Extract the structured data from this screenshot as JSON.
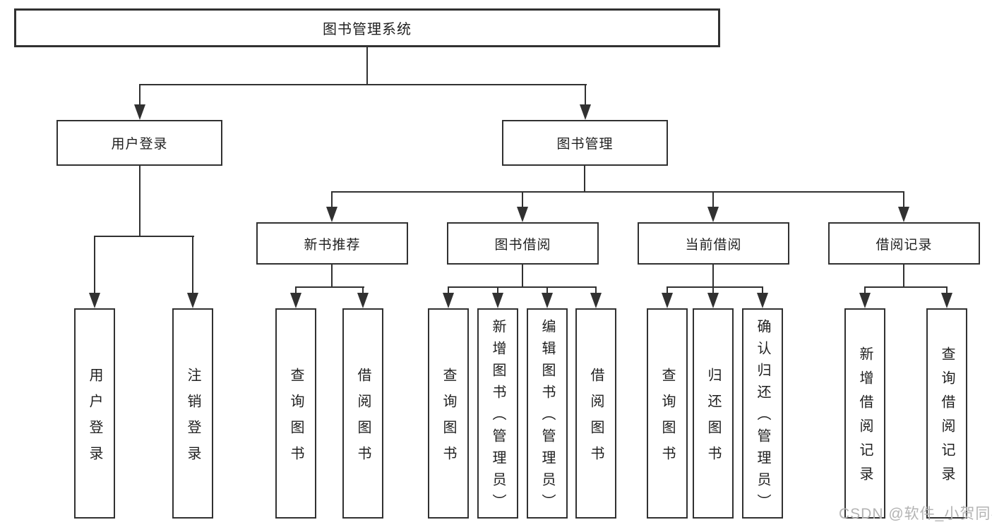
{
  "diagram": {
    "root": {
      "label": "图书管理系统"
    },
    "level2": [
      {
        "label": "用户登录"
      },
      {
        "label": "图书管理"
      }
    ],
    "level3": [
      {
        "label": "新书推荐"
      },
      {
        "label": "图书借阅"
      },
      {
        "label": "当前借阅"
      },
      {
        "label": "借阅记录"
      }
    ],
    "leaves": [
      {
        "label": "用户登录"
      },
      {
        "label": "注销登录"
      },
      {
        "label": "查询图书"
      },
      {
        "label": "借阅图书"
      },
      {
        "label": "查询图书"
      },
      {
        "label": "新增图书（管理员）"
      },
      {
        "label": "编辑图书（管理员）"
      },
      {
        "label": "借阅图书"
      },
      {
        "label": "查询图书"
      },
      {
        "label": "归还图书"
      },
      {
        "label": "确认归还（管理员）"
      },
      {
        "label": "新增借阅记录"
      },
      {
        "label": "查询借阅记录"
      }
    ],
    "watermark": "CSDN @软件_小贺同学",
    "colors": {
      "line": "#313131",
      "text": "#1f1f1f",
      "background": "#ffffff",
      "watermark": "#b3b3b3"
    }
  }
}
